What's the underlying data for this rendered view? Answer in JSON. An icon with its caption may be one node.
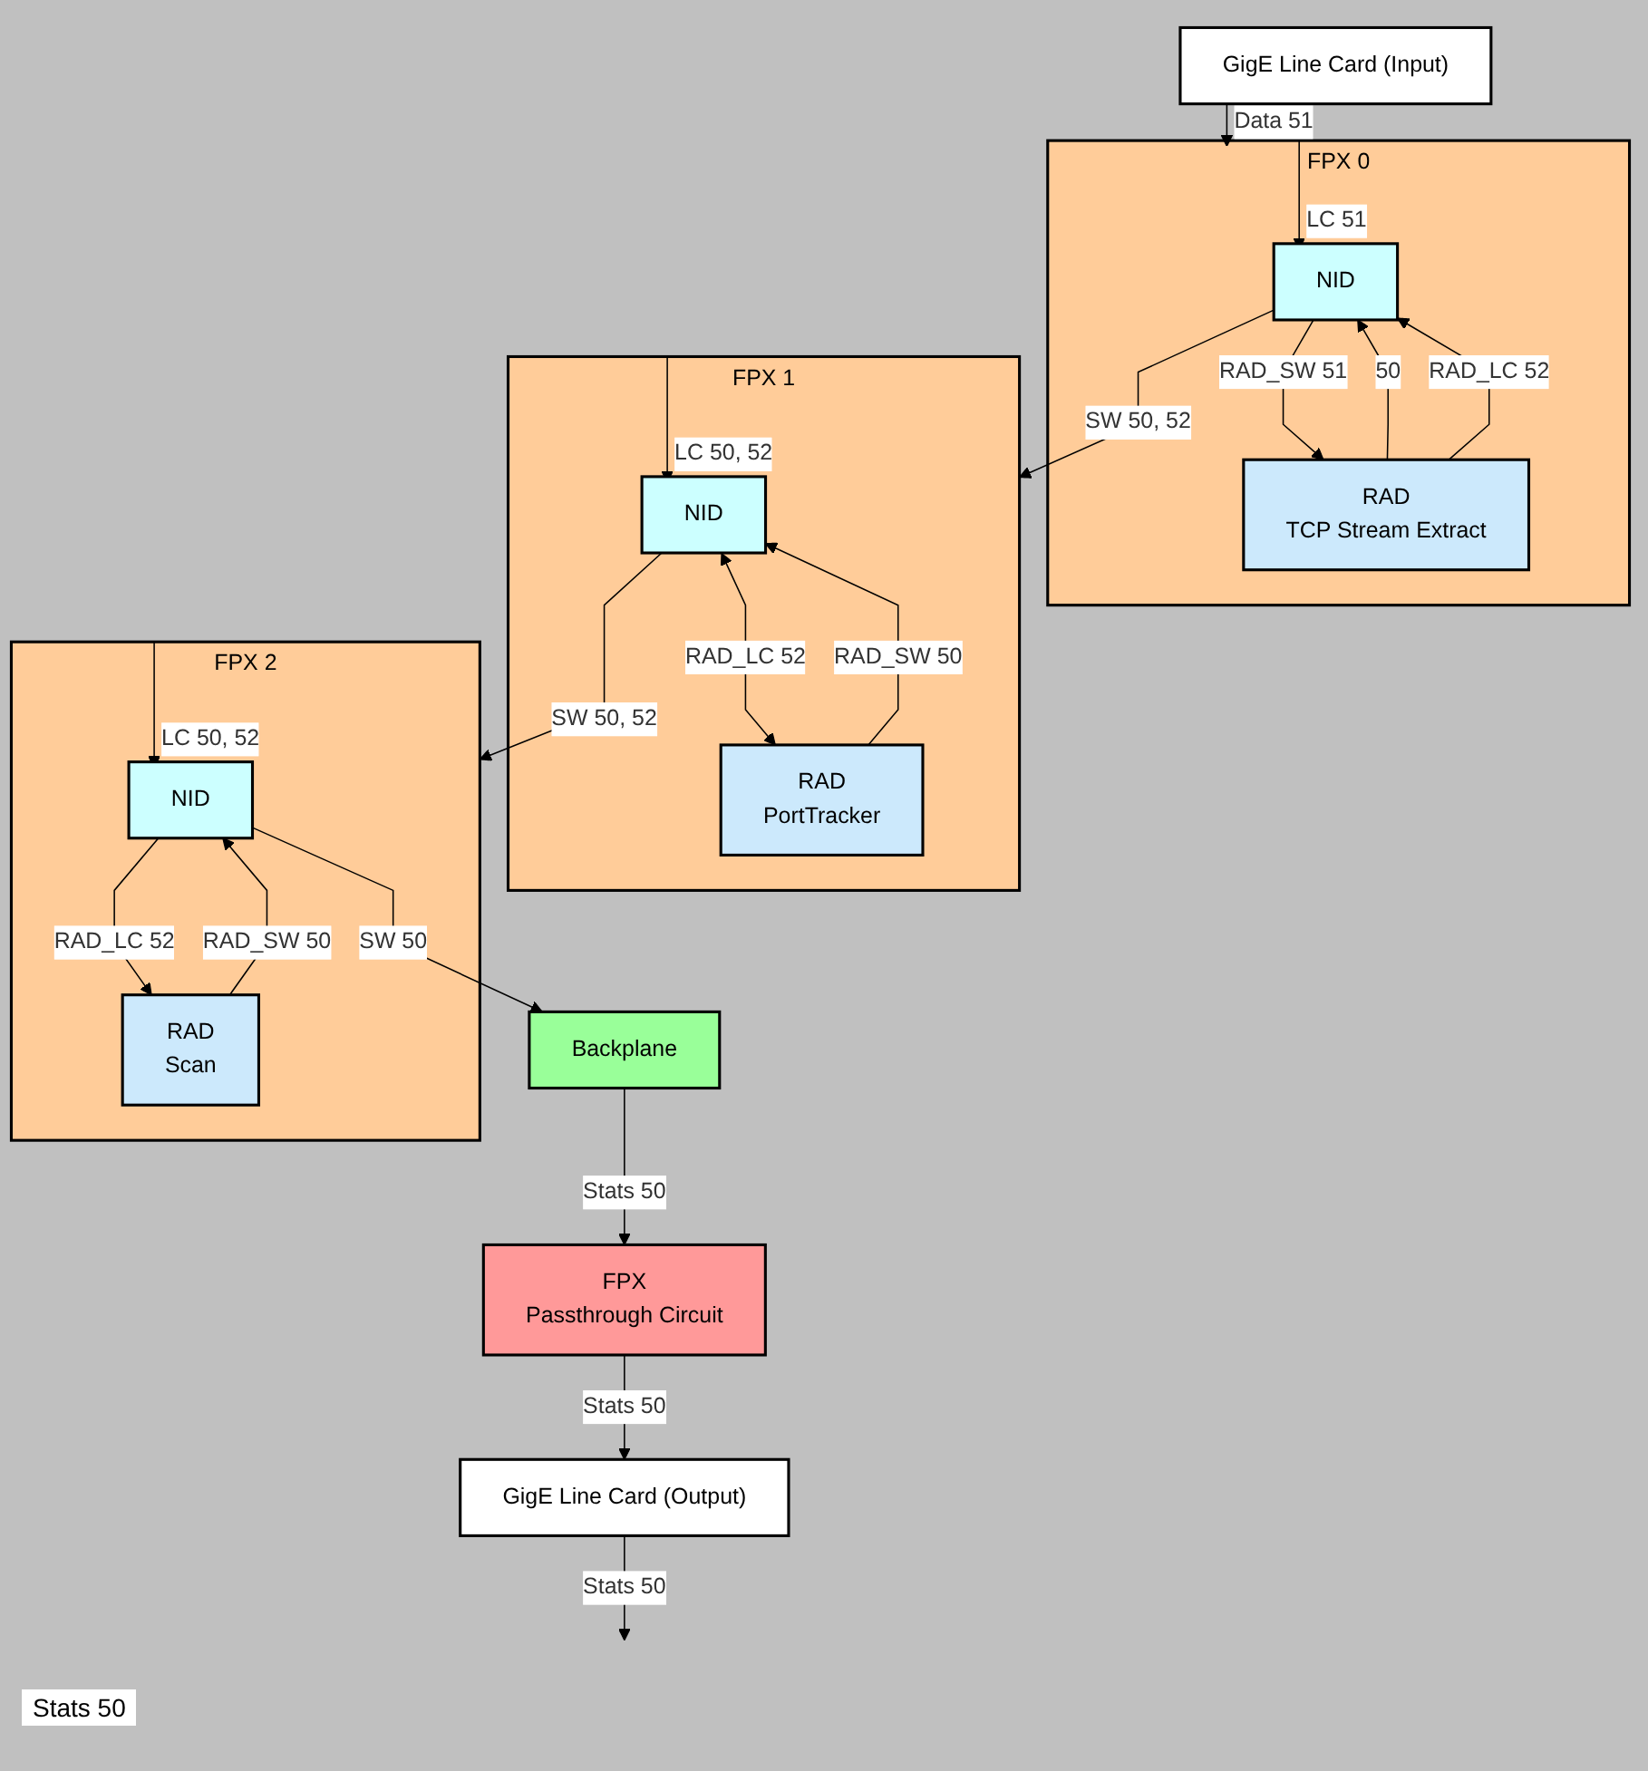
{
  "diagram": {
    "nodes": [
      {
        "text": [
          "GigE Line Card (Input)"
        ]
      },
      {
        "text": [
          "FPX 0"
        ]
      },
      {
        "text": [
          "NID"
        ],
        "in": 1
      },
      {
        "text": [
          "RAD",
          "TCP Stream Extract"
        ],
        "in": 1
      },
      {
        "text": [
          "FPX 1"
        ]
      },
      {
        "text": [
          "NID"
        ],
        "in": 4
      },
      {
        "text": [
          "RAD",
          "PortTracker"
        ],
        "in": 4
      },
      {
        "text": [
          "FPX 2"
        ]
      },
      {
        "text": [
          "NID"
        ],
        "in": 7
      },
      {
        "text": [
          "RAD",
          "Scan"
        ],
        "in": 7
      },
      {
        "text": [
          "GigE Line Card (Output)"
        ]
      },
      {
        "text": [
          "FPX",
          "Passthrough Circuit"
        ]
      },
      {
        "text": [
          "Backplane"
        ]
      }
    ],
    "edges": [
      {
        "from": 0,
        "to": 1,
        "arrow": "to",
        "label": "Data 51"
      },
      {
        "from": 1,
        "to": 2,
        "arrow": "to",
        "label": "LC 51"
      },
      {
        "from": 2,
        "to": 3,
        "arrow": "to",
        "label": "RAD_SW 51"
      },
      {
        "from": 3,
        "to": 2,
        "arrow": "to",
        "label": "50"
      },
      {
        "from": 3,
        "to": 2,
        "arrow": "to",
        "label": "RAD_LC 52"
      },
      {
        "from": 2,
        "to": 4,
        "arrow": "to",
        "label": "SW 50, 52"
      },
      {
        "from": 4,
        "to": 5,
        "arrow": "to",
        "label": "LC 50, 52"
      },
      {
        "from": 6,
        "to": 5,
        "arrow": "to",
        "label": "RAD_SW 50"
      },
      {
        "from": 5,
        "to": 6,
        "arrow": "both",
        "label": "RAD_LC 52"
      },
      {
        "from": 5,
        "to": 7,
        "arrow": "to",
        "label": "SW 50, 52"
      },
      {
        "from": 7,
        "to": 8,
        "arrow": "to",
        "label": "LC 50, 52"
      },
      {
        "from": 9,
        "to": 8,
        "arrow": "to",
        "label": "RAD_SW 50"
      },
      {
        "from": 8,
        "to": 9,
        "arrow": "to",
        "label": "RAD_LC 52"
      },
      {
        "from": 8,
        "to": 12,
        "arrow": "to",
        "label": "SW 50"
      },
      {
        "from": 12,
        "to": 11,
        "arrow": "to",
        "label": "Stats 50"
      },
      {
        "from": 11,
        "to": 10,
        "arrow": "to",
        "label": "Stats 50"
      },
      {
        "from": 10,
        "to": null,
        "arrow": "to",
        "label": "Stats 50"
      }
    ],
    "labels": [
      "Stats 50"
    ]
  }
}
